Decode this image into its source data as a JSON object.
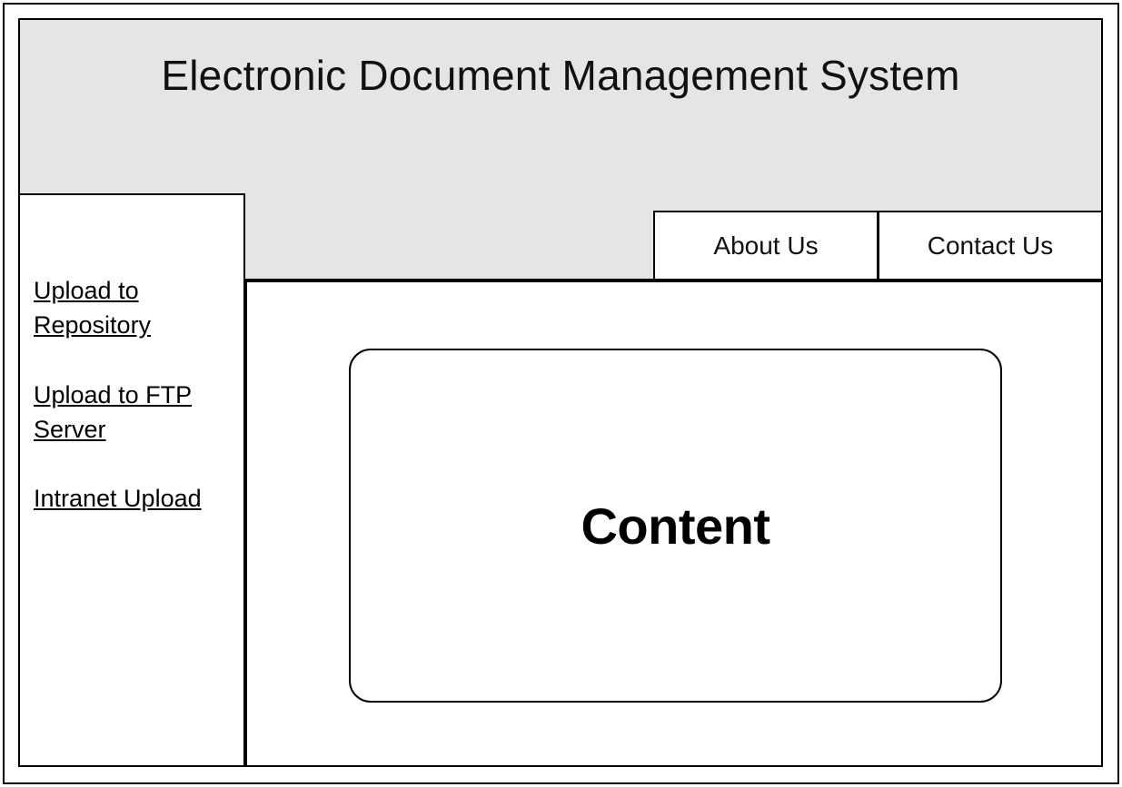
{
  "page": {
    "frame_color": "#000000",
    "background": "#ffffff"
  },
  "header": {
    "title": "Electronic Document Management System",
    "background": "#e5e5e5"
  },
  "nav": {
    "tabs": [
      {
        "label": "About Us"
      },
      {
        "label": "Contact Us"
      }
    ]
  },
  "sidebar": {
    "links": [
      {
        "label": "Upload to Repository"
      },
      {
        "label": "Upload to FTP Server"
      },
      {
        "label": "Intranet Upload"
      }
    ]
  },
  "main": {
    "content_box": {
      "label": "Content"
    }
  }
}
